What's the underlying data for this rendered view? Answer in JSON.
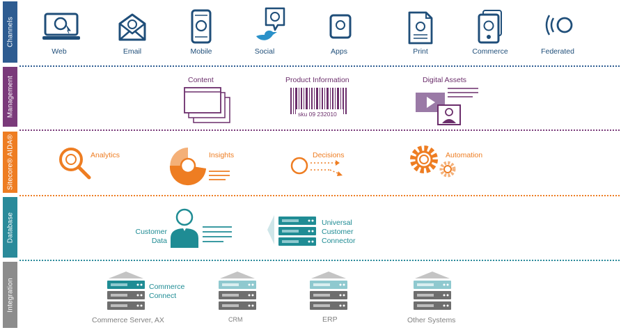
{
  "rows": {
    "channels": "Channels",
    "management": "Management",
    "aida": "Sitecore® AIDA®",
    "database": "Database",
    "integration": "Integration"
  },
  "channels": [
    "Web",
    "Email",
    "Mobile",
    "Social",
    "Apps",
    "Print",
    "Commerce",
    "Federated"
  ],
  "management": {
    "content": "Content",
    "product_information": "Product Information",
    "barcode_text": "sku 09 232010",
    "digital_assets": "Digital Assets"
  },
  "aida": {
    "analytics": "Analytics",
    "insights": "Insights",
    "decisions": "Decisions",
    "automation": "Automation"
  },
  "database": {
    "customer_data_1": "Customer",
    "customer_data_2": "Data",
    "connector_1": "Universal",
    "connector_2": "Customer",
    "connector_3": "Connector"
  },
  "integration": {
    "commerce_connect_1": "Commerce",
    "commerce_connect_2": "Connect",
    "systems": [
      "Commerce Server, AX",
      "CRM",
      "ERP",
      "Other Systems"
    ]
  },
  "colors": {
    "channels": "#2e5c91",
    "management": "#7a3a7a",
    "aida": "#ee7d22",
    "database": "#2a8a9a",
    "integration": "#8c8c8c"
  }
}
